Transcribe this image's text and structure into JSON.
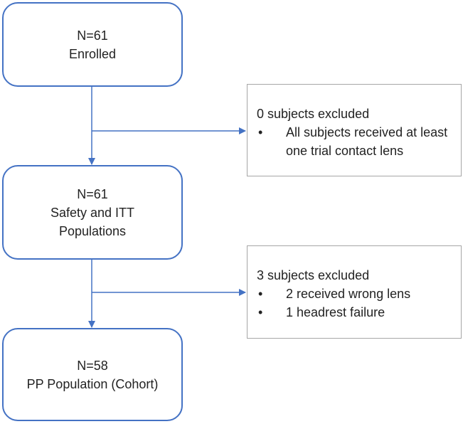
{
  "flow": {
    "enrolled": {
      "count": "N=61",
      "label": "Enrolled"
    },
    "safety": {
      "count": "N=61",
      "label_line1": "Safety and ITT",
      "label_line2": "Populations"
    },
    "pp": {
      "count": "N=58",
      "label": "PP Population (Cohort)"
    }
  },
  "exclusions": {
    "first": {
      "heading": "0 subjects excluded",
      "bullets": [
        "All subjects received at least one trial contact lens"
      ]
    },
    "second": {
      "heading": "3 subjects excluded",
      "bullets": [
        "2 received wrong lens",
        "1 headrest failure"
      ]
    }
  },
  "colors": {
    "box_border": "#4472c4",
    "arrow": "#4472c4",
    "exclusion_border": "#a6a6a6",
    "text": "#222222"
  }
}
